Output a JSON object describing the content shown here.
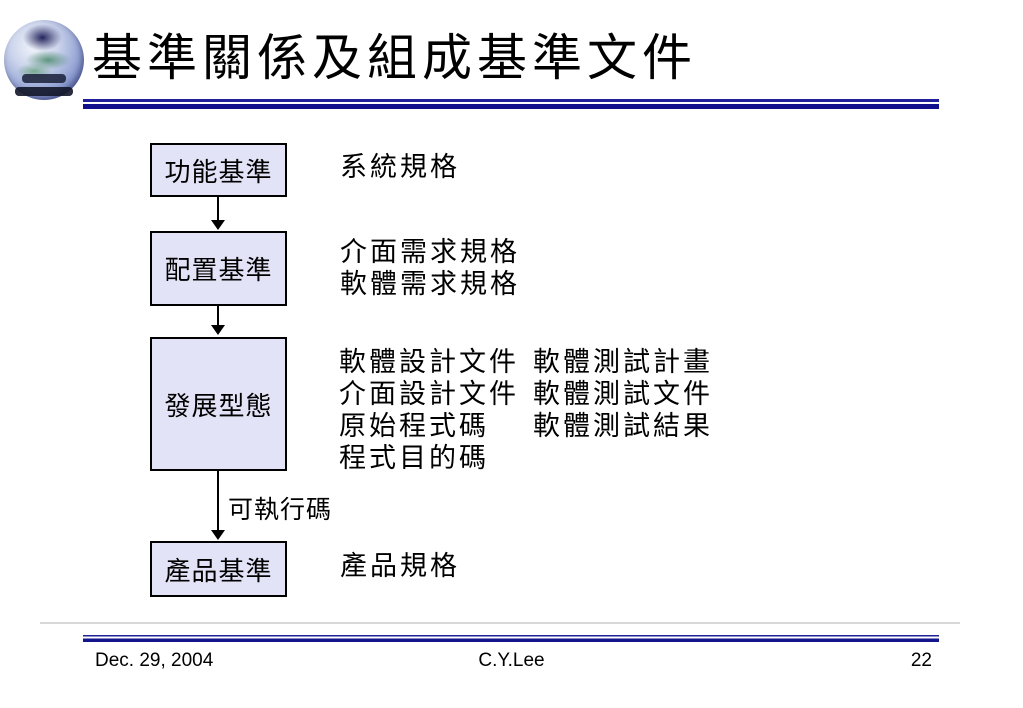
{
  "slide_title": "基準關係及組成基準文件",
  "diagram": {
    "boxes": [
      {
        "label": "功能基準"
      },
      {
        "label": "配置基準"
      },
      {
        "label": "發展型態"
      },
      {
        "label": "產品基準"
      }
    ],
    "arrow_label": "可執行碼",
    "annotations": {
      "functional": [
        "系統規格"
      ],
      "allocated": [
        "介面需求規格",
        "軟體需求規格"
      ],
      "development_left": [
        "軟體設計文件",
        "介面設計文件",
        "原始程式碼",
        "程式目的碼"
      ],
      "development_right": [
        "軟體測試計畫",
        "軟體測試文件",
        "軟體測試結果"
      ],
      "product": [
        "產品規格"
      ]
    }
  },
  "footer": {
    "date": "Dec. 29, 2004",
    "author": "C.Y.Lee",
    "page_number": "22"
  },
  "icons": {
    "logo": "globe-logo",
    "arrow": "down-arrow"
  },
  "colors": {
    "accent_line": "#14148c",
    "box_fill": "#e3e3f7",
    "box_border": "#000000",
    "text": "#000000",
    "background": "#ffffff"
  }
}
